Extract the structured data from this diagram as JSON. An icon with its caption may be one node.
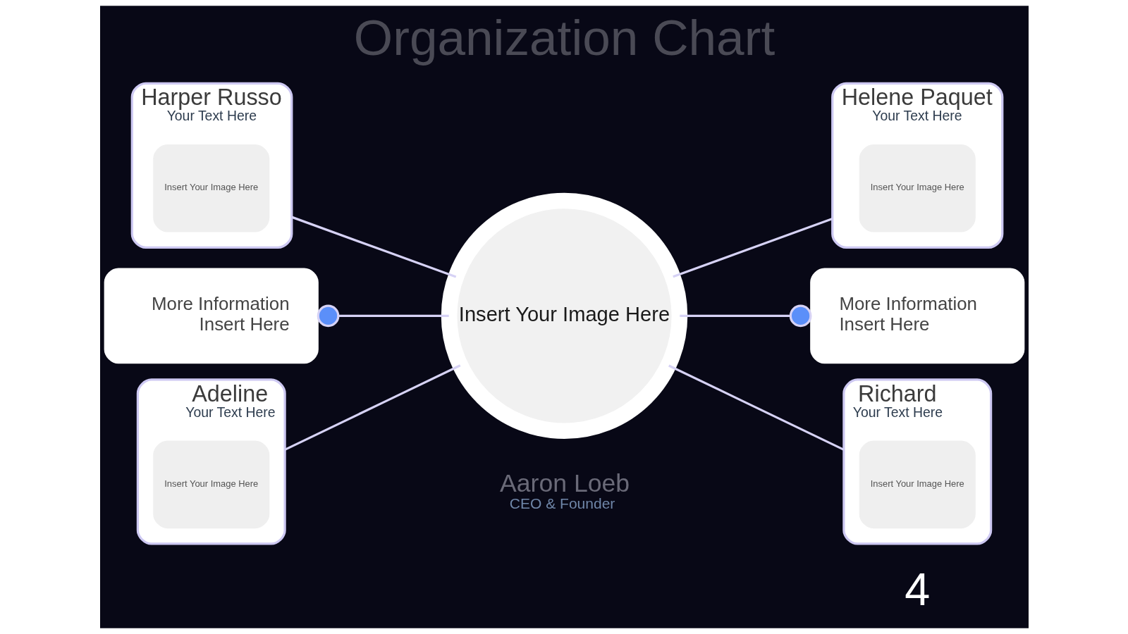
{
  "diagram": {
    "title": "Organization Chart",
    "nodes": [
      {
        "text": [
          "Harper Russo",
          "Your Text Here"
        ]
      },
      {
        "text": [
          "Insert Your Image Here"
        ],
        "in": 0
      },
      {
        "text": [
          "Helene Paquet",
          "Your Text Here"
        ]
      },
      {
        "text": [
          "Insert Your Image Here"
        ],
        "in": 2
      },
      {
        "text": [
          "More Information",
          "Insert Here"
        ]
      },
      {
        "text": [
          "Insert Your Image Here"
        ],
        "beside": [
          "Aaron Loeb",
          "CEO & Founder"
        ]
      },
      {
        "text": [
          "More Information",
          "Insert Here"
        ]
      },
      {
        "text": [
          "Adeline",
          "Your Text Here"
        ]
      },
      {
        "text": [
          "Insert Your Image Here"
        ],
        "in": 7
      },
      {
        "text": [
          "Richard",
          "Your Text Here"
        ]
      },
      {
        "text": [
          "Insert Your Image Here"
        ],
        "in": 9
      }
    ],
    "edges": [
      {
        "from": 0,
        "to": 5,
        "arrow": "none"
      },
      {
        "from": 5,
        "to": 2,
        "arrow": "none"
      },
      {
        "from": 4,
        "to": 5,
        "arrow": "other"
      },
      {
        "from": 5,
        "to": 6,
        "arrow": "other"
      },
      {
        "from": 7,
        "to": 5,
        "arrow": "none"
      },
      {
        "from": 5,
        "to": 9,
        "arrow": "none"
      }
    ],
    "labels": [
      "4"
    ]
  }
}
